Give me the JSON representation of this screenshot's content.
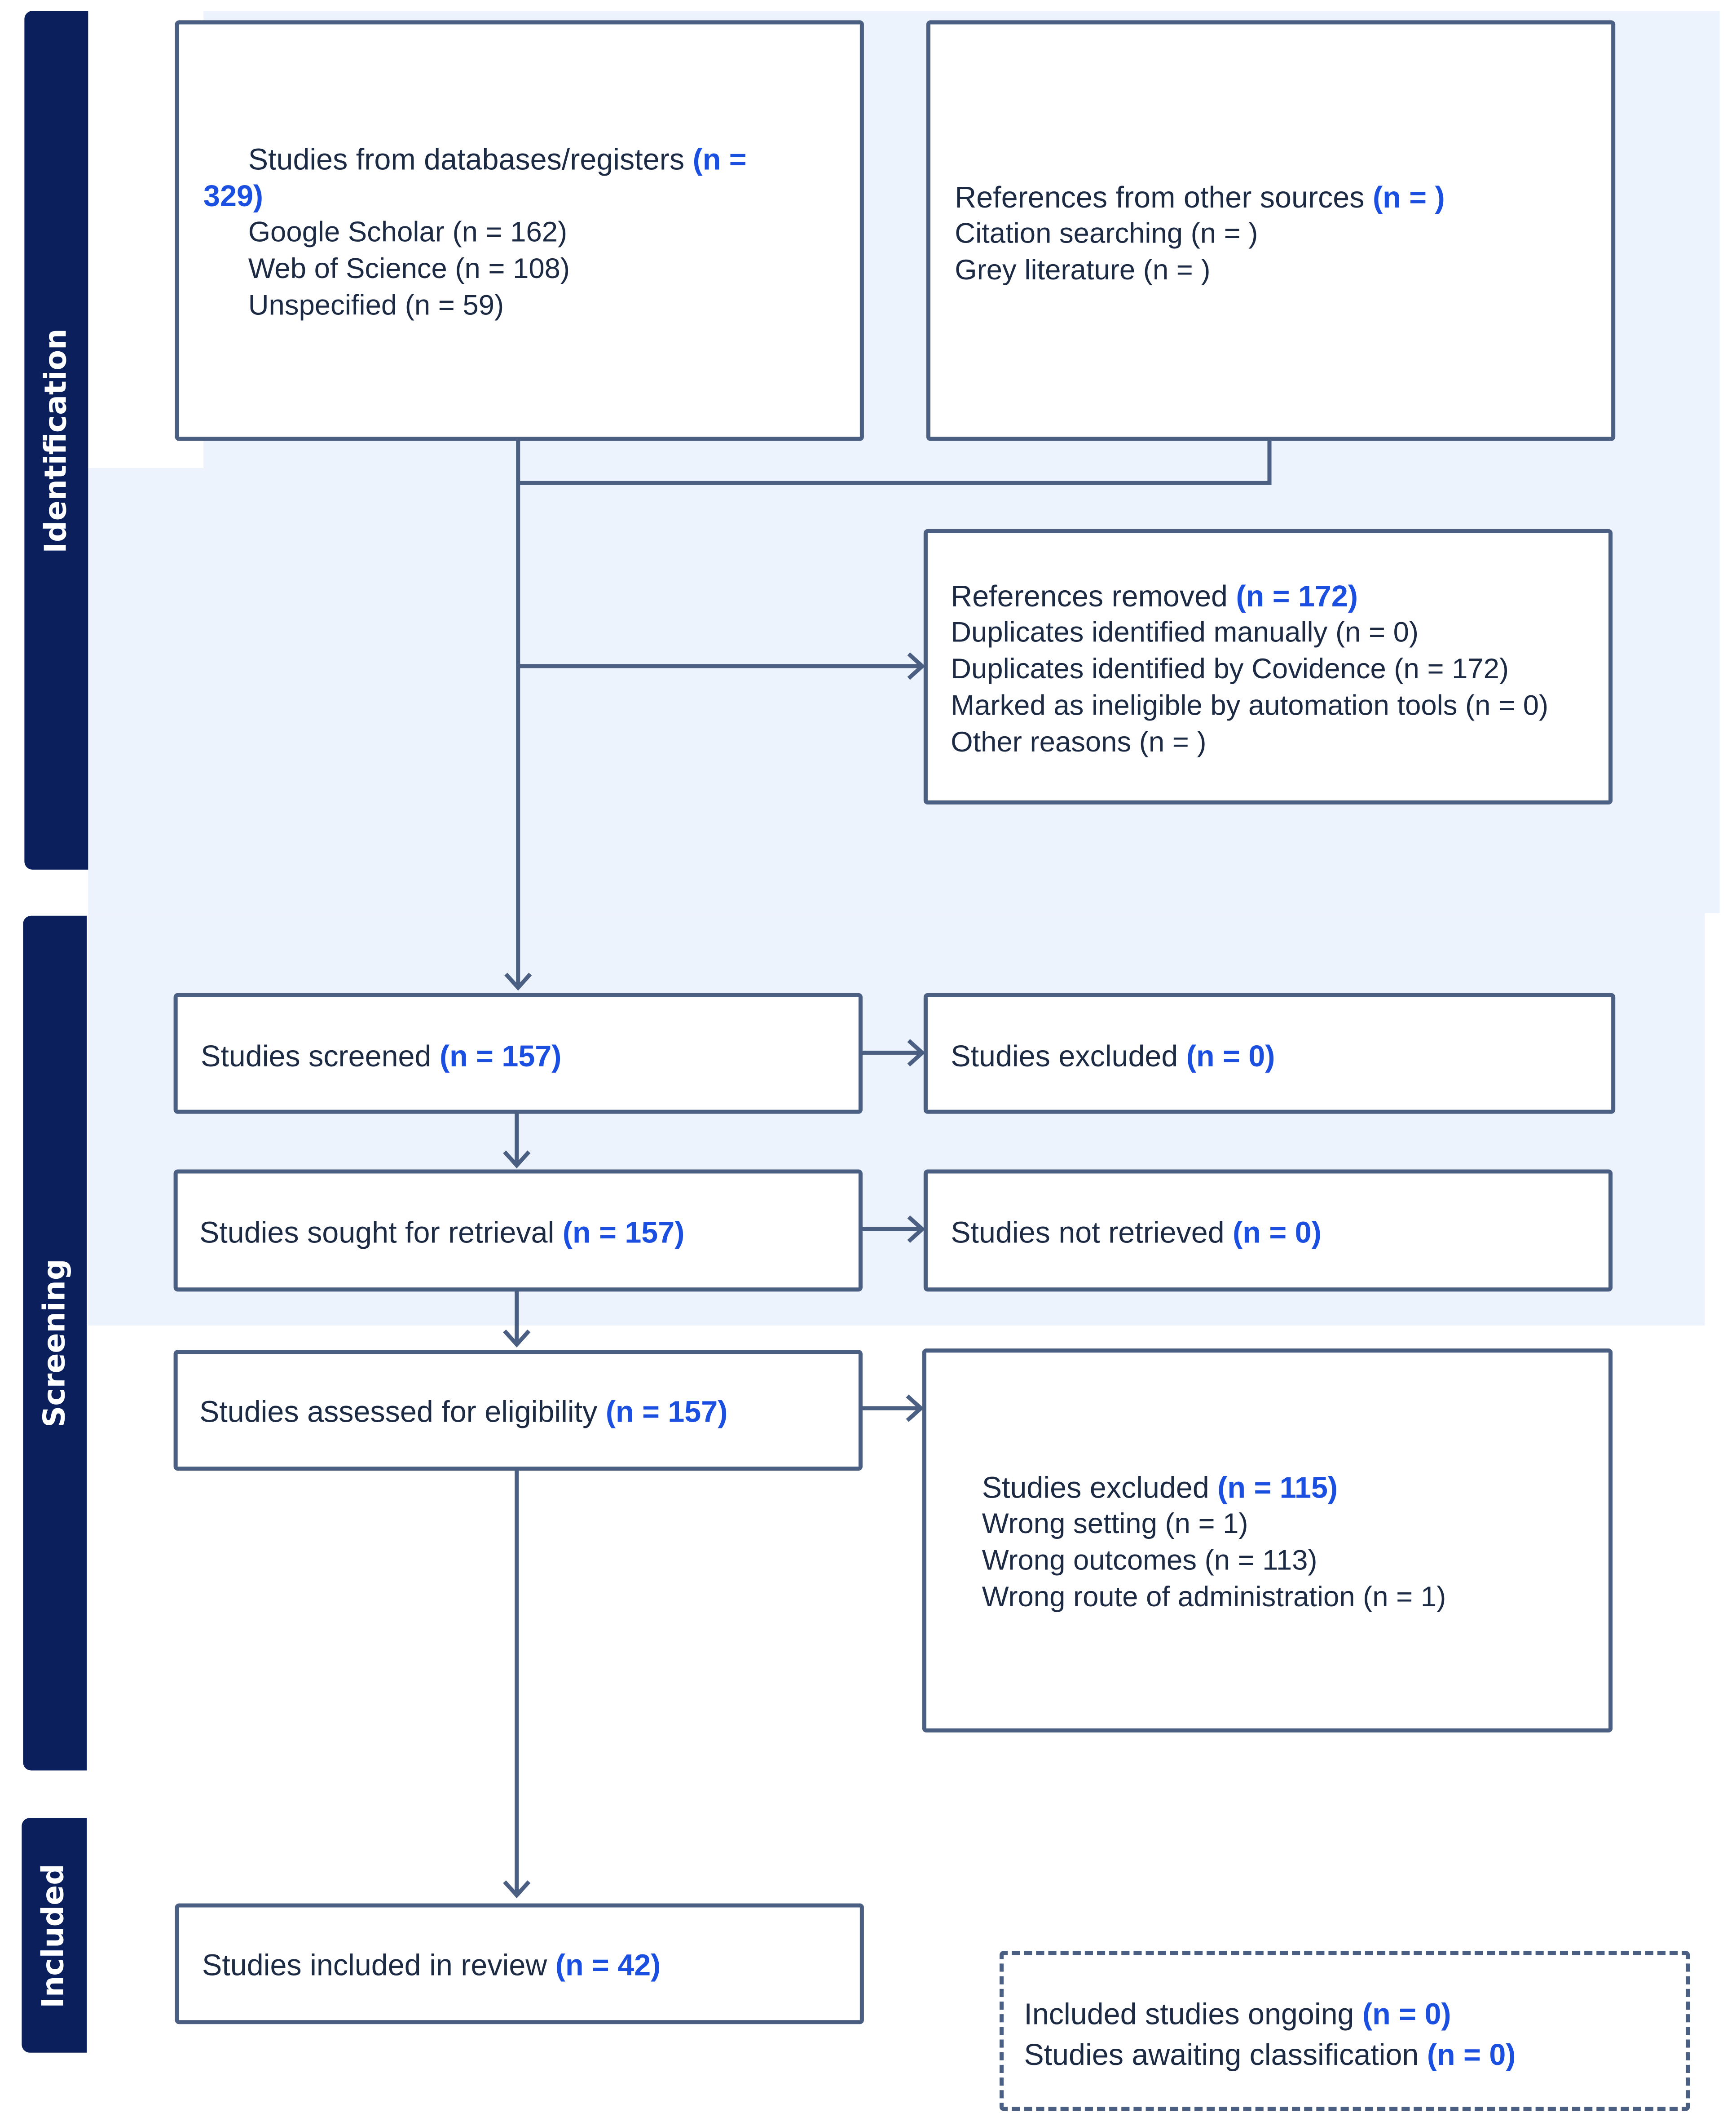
{
  "phases": {
    "identification": "Identification",
    "screening": "Screening",
    "included": "Included"
  },
  "boxes": {
    "databases": {
      "title": "Studies from databases/registers",
      "n": "(n = 329)",
      "n_part1": "(n =",
      "n_part2": "329)",
      "items": [
        "Google Scholar (n = 162)",
        "Web of Science (n = 108)",
        "Unspecified (n = 59)"
      ]
    },
    "other_sources": {
      "title": "References from other sources",
      "n": "(n = )",
      "items": [
        "Citation searching (n = )",
        "Grey literature (n = )"
      ]
    },
    "removed": {
      "title": "References removed",
      "n": "(n = 172)",
      "items": [
        "Duplicates identified manually (n = 0)",
        "Duplicates identified by Covidence (n = 172)",
        "Marked as ineligible by automation tools (n = 0)",
        "Other reasons (n = )"
      ]
    },
    "screened": {
      "title": "Studies screened",
      "n": "(n = 157)"
    },
    "excluded_screen": {
      "title": "Studies excluded",
      "n": "(n = 0)"
    },
    "retrieval": {
      "title": "Studies sought for retrieval",
      "n": "(n = 157)"
    },
    "not_retrieved": {
      "title": "Studies not retrieved",
      "n": "(n = 0)"
    },
    "eligibility": {
      "title": "Studies assessed for eligibility",
      "n": "(n = 157)"
    },
    "excluded_full": {
      "title": "Studies excluded",
      "n": "(n = 115)",
      "items": [
        "Wrong setting (n = 1)",
        "Wrong outcomes (n = 113)",
        "Wrong route of administration (n = 1)"
      ]
    },
    "included": {
      "title": "Studies included in review",
      "n": "(n = 42)"
    },
    "ongoing": {
      "line1": "Included studies ongoing",
      "n1": "(n = 0)",
      "line2": "Studies awaiting classification",
      "n2": "(n = 0)"
    }
  },
  "colors": {
    "phase_bar": "#0b1f5c",
    "highlight": "#1a4fe0",
    "background": "#edf3fc",
    "border": "#4b5f82"
  }
}
